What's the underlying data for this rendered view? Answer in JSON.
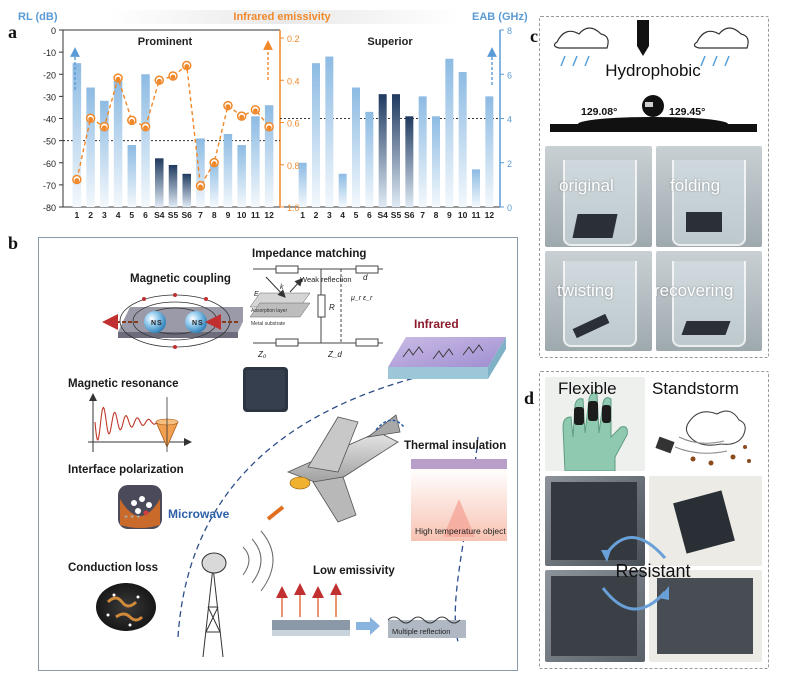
{
  "panel_letters": {
    "a": "a",
    "b": "b",
    "c": "c",
    "d": "d"
  },
  "panel_a": {
    "left_axis_title": "RL (dB)",
    "middle_axis_title": "Infrared emissivity",
    "right_axis_title": "EAB (GHz)",
    "group_left_label": "Prominent",
    "group_right_label": "Superior",
    "colors": {
      "rl_axis": "#5b9bd5",
      "emissivity": "#f0882a",
      "eab_axis": "#5b9bd5",
      "bar_dark": "#1f3a5f",
      "bar_light": "#9fc5e8"
    },
    "chart_data": [
      {
        "type": "bar",
        "title": "Prominent",
        "ylabel": "RL (dB)",
        "categories": [
          "1",
          "2",
          "3",
          "4",
          "5",
          "6",
          "S4",
          "S5",
          "S6",
          "7",
          "8",
          "9",
          "10",
          "11",
          "12"
        ],
        "y_axis": {
          "label": "RL (dB)",
          "ylim": [
            0,
            -80
          ],
          "ticks": [
            0,
            -10,
            -20,
            -30,
            -40,
            -50,
            -60,
            -70,
            -80
          ],
          "inverted": true
        },
        "values": [
          -15,
          -26,
          -32,
          -23,
          -52,
          -20,
          -58,
          -61,
          -65,
          -49,
          -59,
          -47,
          -52,
          -39,
          -34
        ],
        "highlight": [
          "S4",
          "S5",
          "S6"
        ],
        "secondary_series": {
          "name": "Infrared emissivity",
          "axis_ticks": [
            "0.2",
            "0.4",
            "0.6",
            "0.8",
            "1.0"
          ],
          "ylim": [
            0.2,
            1.0
          ],
          "values": [
            0.87,
            0.58,
            0.62,
            0.39,
            0.59,
            0.62,
            0.4,
            0.38,
            0.33,
            0.9,
            0.79,
            0.52,
            0.57,
            0.54,
            0.62
          ]
        }
      },
      {
        "type": "bar",
        "title": "Superior",
        "ylabel": "EAB (GHz)",
        "categories": [
          "1",
          "2",
          "3",
          "4",
          "5",
          "6",
          "S4",
          "S5",
          "S6",
          "7",
          "8",
          "9",
          "10",
          "11",
          "12"
        ],
        "y_axis": {
          "label": "EAB (GHz)",
          "ylim": [
            0,
            8
          ],
          "ticks": [
            0,
            2,
            4,
            6,
            8
          ]
        },
        "values": [
          2.0,
          6.5,
          6.8,
          1.5,
          5.4,
          4.3,
          5.1,
          5.1,
          4.1,
          5.0,
          4.1,
          6.7,
          6.1,
          1.7,
          5.0
        ],
        "highlight": [
          "S4",
          "S5",
          "S6"
        ]
      }
    ]
  },
  "panel_b": {
    "magnetic_coupling": "Magnetic coupling",
    "impedance_matching": "Impedance matching",
    "weak_reflection": "Weak reflection",
    "absorption_layer": "Absorption layer",
    "metal_substrate": "Metal substrate",
    "resistor": "R",
    "z0": "Z₀",
    "zd": "Z_d",
    "d": "d",
    "mu_eps": "μ_r ε_r",
    "infrared": "Infrared",
    "magnetic_resonance": "Magnetic resonance",
    "interface_polarization": "Interface polarization",
    "microwave": "Microwave",
    "thermal_insulation": "Thermal insulation",
    "high_temperature_object": "High temperature object",
    "conduction_loss": "Conduction loss",
    "low_emissivity": "Low emissivity",
    "multiple_reflection": "Multiple reflection",
    "n_label": "N",
    "s_label": "S",
    "e_label": "E",
    "k_label": "k"
  },
  "panel_c": {
    "hydrophobic": "Hydrophobic",
    "angle_left": "129.08°",
    "angle_right": "129.45°",
    "original": "original",
    "folding": "folding",
    "twisting": "twisting",
    "recovering": "recovering"
  },
  "panel_d": {
    "flexible": "Flexible",
    "standstorm": "Standstorm",
    "resistant": "Resistant"
  }
}
